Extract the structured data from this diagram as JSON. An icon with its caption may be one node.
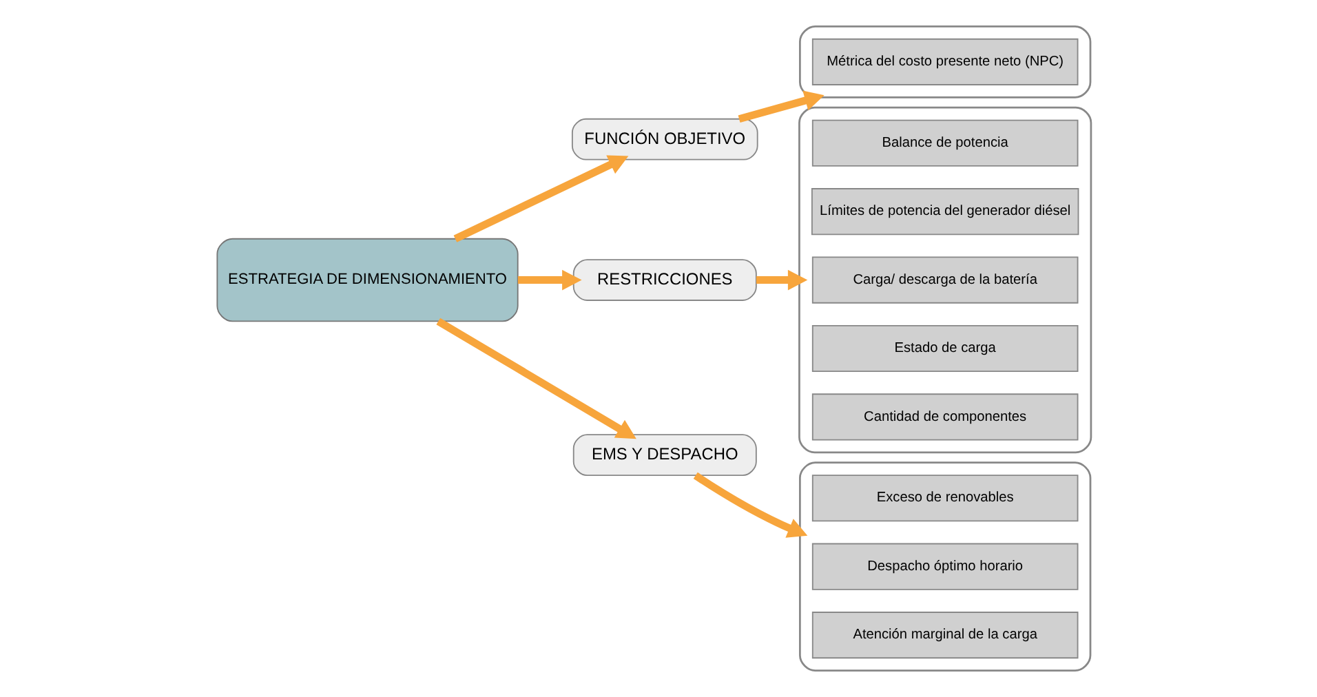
{
  "diagram": {
    "nodes": [
      {
        "text": [
          "ESTRATEGIA DE DIMENSIONAMIENTO"
        ]
      },
      {
        "text": [
          "FUNCIÓN OBJETIVO"
        ]
      },
      {
        "text": [],
        "shape": "box"
      },
      {
        "text": [
          "Métrica del costo presente neto (NPC)"
        ],
        "in": 2
      },
      {
        "text": [
          "RESTRICCIONES"
        ]
      },
      {
        "text": [],
        "shape": "box"
      },
      {
        "text": [
          "Balance de potencia"
        ],
        "in": 5
      },
      {
        "text": [
          "Límites de potencia del generador diésel"
        ],
        "in": 5
      },
      {
        "text": [
          "Carga/ descarga de la batería"
        ],
        "in": 5
      },
      {
        "text": [
          "Estado de carga"
        ],
        "in": 5
      },
      {
        "text": [
          "Cantidad de componentes"
        ],
        "in": 5
      },
      {
        "text": [
          "EMS Y DESPACHO"
        ]
      },
      {
        "text": [],
        "shape": "box"
      },
      {
        "text": [
          "Exceso de renovables"
        ],
        "in": 12
      },
      {
        "text": [
          "Despacho óptimo horario"
        ],
        "in": 12
      },
      {
        "text": [
          "Atención marginal de la carga"
        ],
        "in": 12
      }
    ],
    "edges": [
      {
        "from": 0,
        "to": 1,
        "arrow": "to"
      },
      {
        "from": 0,
        "to": 4,
        "arrow": "to"
      },
      {
        "from": 0,
        "to": 11,
        "arrow": "to"
      },
      {
        "from": 1,
        "to": 2,
        "arrow": "to"
      },
      {
        "from": 4,
        "to": 5,
        "arrow": "to"
      },
      {
        "from": 11,
        "to": 12,
        "arrow": "to"
      }
    ]
  }
}
